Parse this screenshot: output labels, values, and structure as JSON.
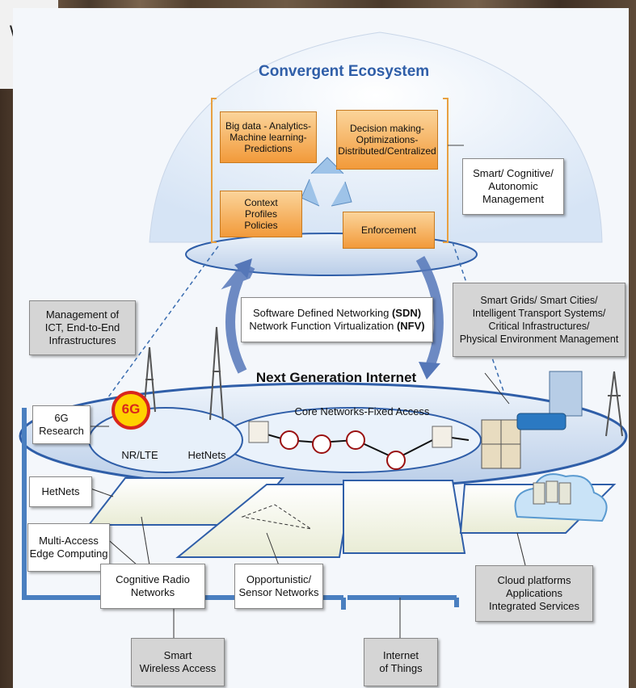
{
  "corner_label": "Wide\nWeb",
  "title": "Convergent Ecosystem",
  "cubes": {
    "big_data": "Big data - Analytics-\nMachine learning-\nPredictions",
    "decision": "Decision making-\nOptimizations-\nDistributed/Centralized",
    "context": "Context\nProfiles\nPolicies",
    "enforcement": "Enforcement"
  },
  "smart_mgmt": "Smart/ Cognitive/\nAutonomic\nManagement",
  "sdn_nfv": {
    "line1_prefix": "Software Defined Networking ",
    "line1_bold": "(SDN)",
    "line2_prefix": "Network Function Virtualization ",
    "line2_bold": "(NFV)"
  },
  "mgmt_ict": "Management of\nICT, End-to-End\nInfrastructures",
  "smart_grids": "Smart Grids/ Smart Cities/\nIntelligent Transport Systems/\nCritical Infrastructures/\nPhysical Environment Management",
  "ngi": "Next Generation Internet",
  "core_networks": "Core Networks-Fixed Access",
  "sixg_badge": "6G",
  "sixg_research": "6G\nResearch",
  "nr_lte": "NR/LTE",
  "hetnets_label": "HetNets",
  "hetnets_box": "HetNets",
  "mec": "Multi-Access\nEdge Computing",
  "cognitive_radio": "Cognitive Radio\nNetworks",
  "opportunistic": "Opportunistic/\nSensor Networks",
  "cloud": "Cloud platforms\nApplications\nIntegrated Services",
  "smart_wireless": "Smart\nWireless Access",
  "iot": "Internet\nof Things",
  "colors": {
    "cube_orange": "#f6a54a",
    "ellipse_blue": "#2f5ea8",
    "badge_red": "#d9261c",
    "badge_yellow": "#ffd200"
  }
}
